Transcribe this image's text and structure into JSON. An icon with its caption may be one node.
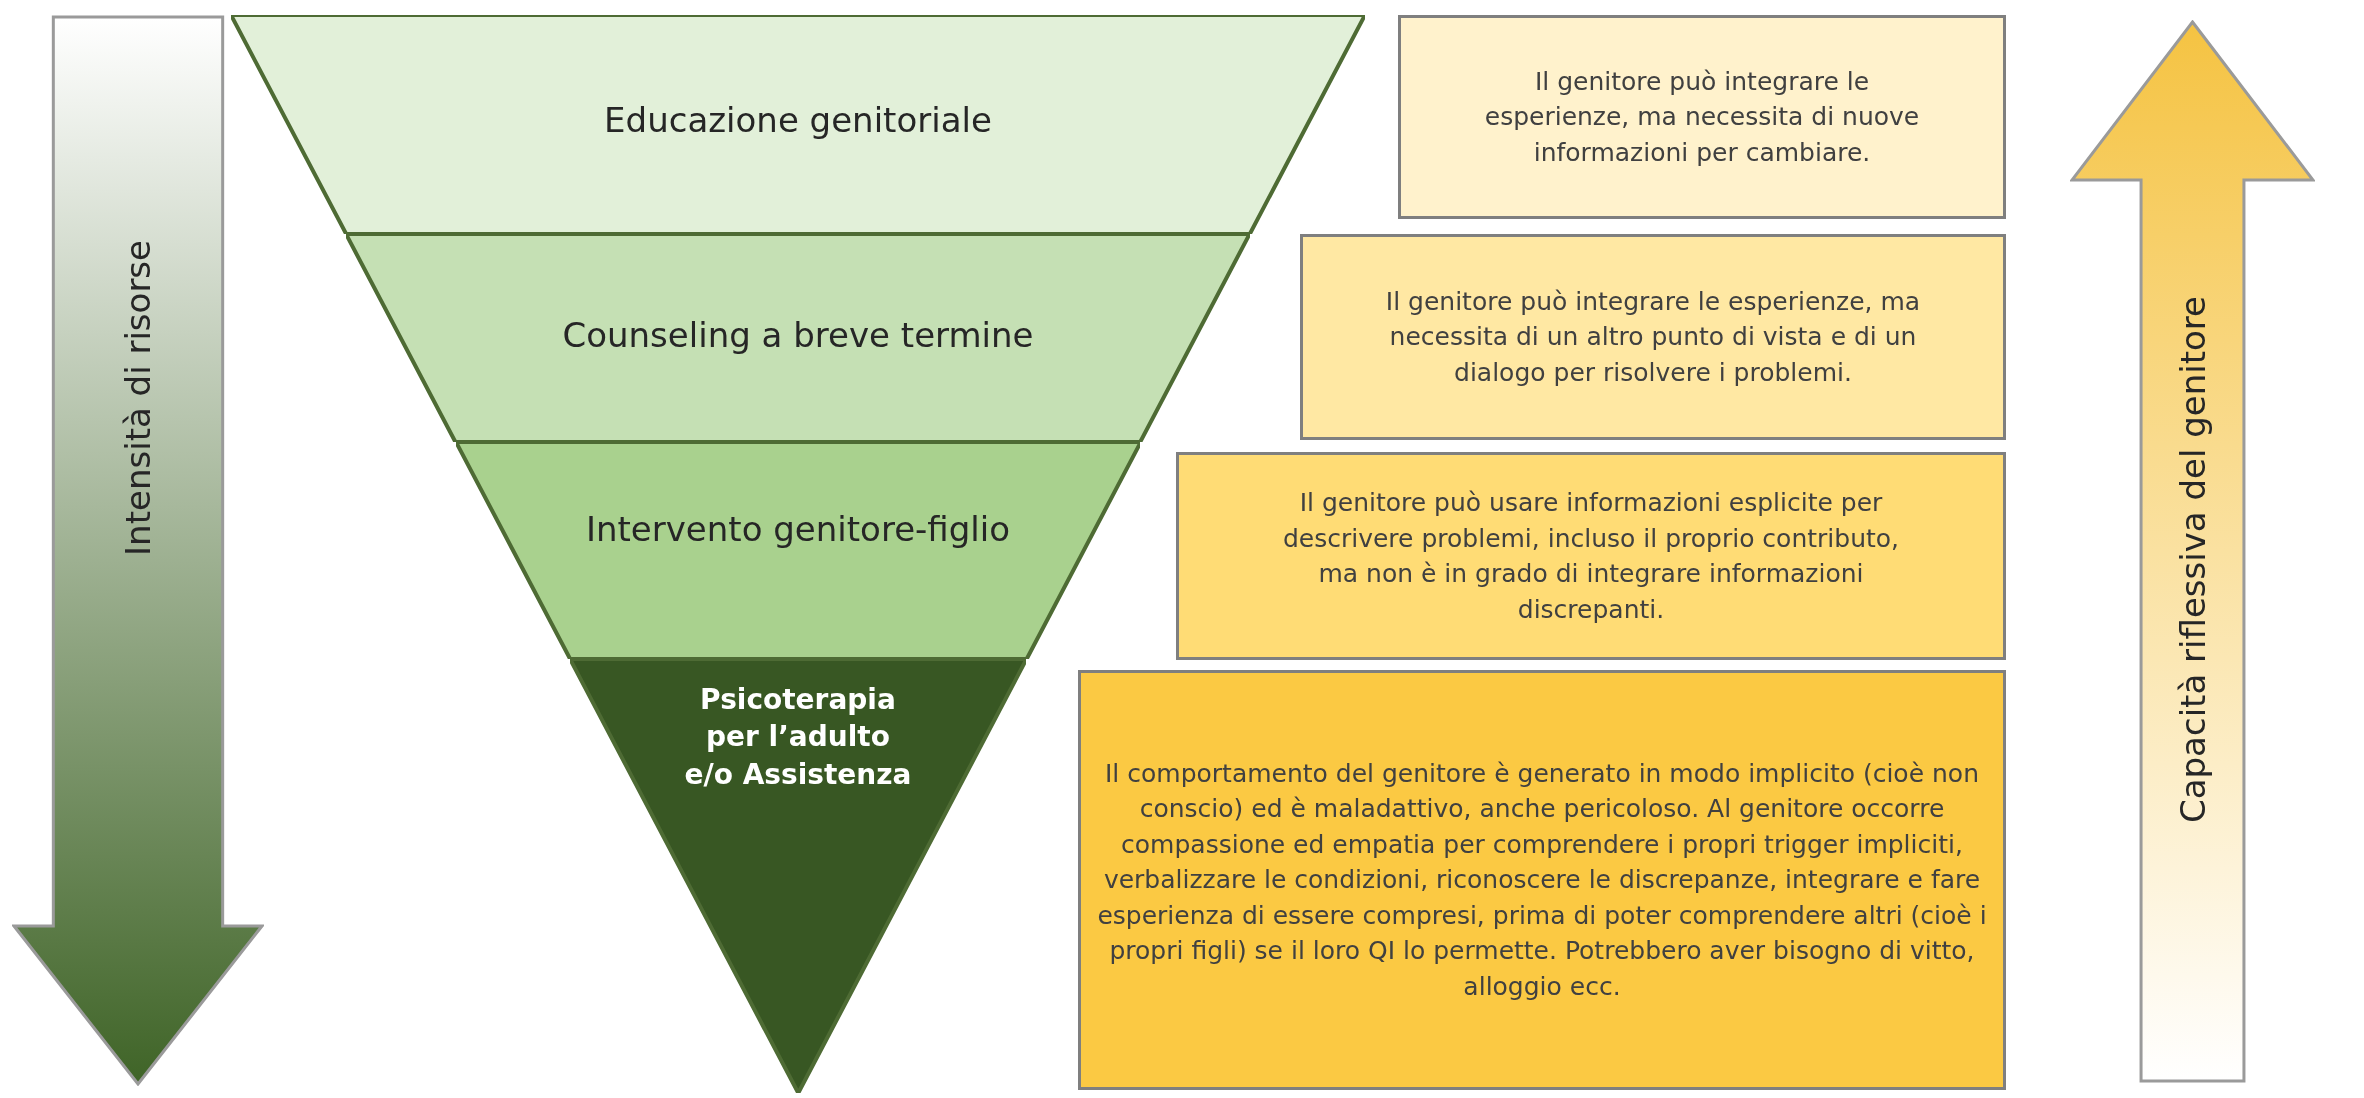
{
  "diagram": {
    "nodes": [
      {
        "text": [
          "Educazione genitoriale"
        ]
      },
      {
        "text": [
          "Counseling a breve termine"
        ]
      },
      {
        "text": [
          "Intervento genitore-figlio"
        ]
      },
      {
        "text": [
          "Psicoterapia per l’adulto e/o Assistenza"
        ]
      },
      {
        "text": [
          "Il genitore può integrare le esperienze, ma necessita di nuove informazioni per cambiare."
        ]
      },
      {
        "text": [
          "Il genitore può integrare le esperienze, ma necessita di un altro punto di vista e di un dialogo per risolvere i problemi."
        ]
      },
      {
        "text": [
          "Il genitore può usare informazioni esplicite per descrivere problemi, incluso il proprio contributo, ma non è in grado di integrare informazioni discrepanti."
        ]
      },
      {
        "text": [
          "Il comportamento del genitore è generato in modo implicito (cioè non conscio) ed è maladattivo, anche pericoloso. Al genitore occorre compassione ed empatia per comprendere i propri trigger impliciti, verbalizzare le condizioni, riconoscere le discrepanze, integrare e fare esperienza di essere compresi, prima di poter comprendere altri (cioè i propri figli) se il loro QI lo permette. Potrebbero aver bisogno di vitto, alloggio ecc."
        ]
      },
      {
        "text": [
          "Intensità di risorse"
        ]
      },
      {
        "text": [
          "Capacità riflessiva del genitore"
        ]
      }
    ]
  }
}
